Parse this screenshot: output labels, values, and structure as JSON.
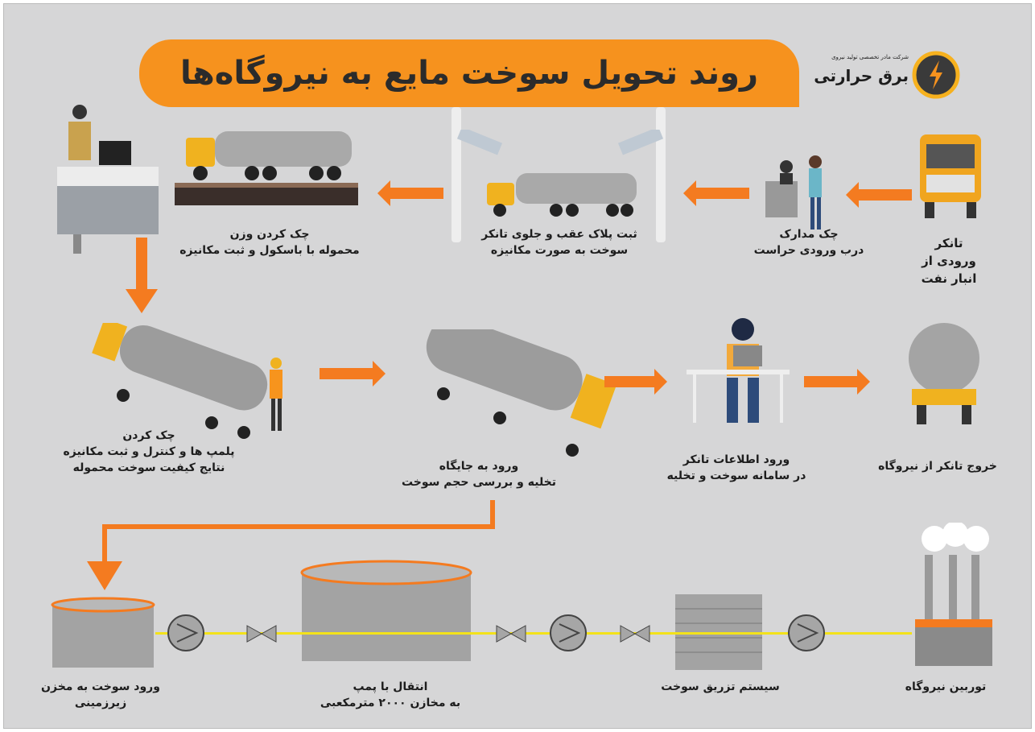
{
  "title": "روند تحویل سوخت مایع به نیروگاه‌ها",
  "logo": {
    "subtitle": "شرکت مادر تخصصی تولید نیروی",
    "name": "برق حرارتی"
  },
  "steps": {
    "entry": [
      "تانکر",
      "ورودی از",
      "انبار نفت"
    ],
    "documents": [
      "چک مدارک",
      "درب ورودی حراست"
    ],
    "plates": [
      "ثبت پلاک عقب و جلوی تانکر",
      "سوخت به صورت مکانیزه"
    ],
    "weight": [
      "چک کردن وزن",
      "محموله با باسکول و ثبت مکانیزه"
    ],
    "seals": [
      "چک کردن",
      "پلمپ ها و کنترل و ثبت مکانیزه",
      "نتایج کیفیت سوخت محموله"
    ],
    "unload": [
      "ورود به جایگاه",
      "تخلیه و بررسی حجم سوخت"
    ],
    "system": [
      "ورود اطلاعات تانکر",
      "در سامانه سوخت و تخلیه"
    ],
    "exit": [
      "خروج تانکر از نیروگاه"
    ],
    "underground": [
      "ورود سوخت به مخزن",
      "زیرزمینی"
    ],
    "pump": [
      "انتقال با پمپ",
      "به مخازن ۲۰۰۰ مترمکعبی"
    ],
    "injection": [
      "سیستم تزریق سوخت"
    ],
    "turbine": [
      "توربین نیروگاه"
    ]
  },
  "colors": {
    "accent": "#f47b20",
    "banner": "#f6921e",
    "bg": "#d6d6d7",
    "pipe": "#f3e21a"
  }
}
